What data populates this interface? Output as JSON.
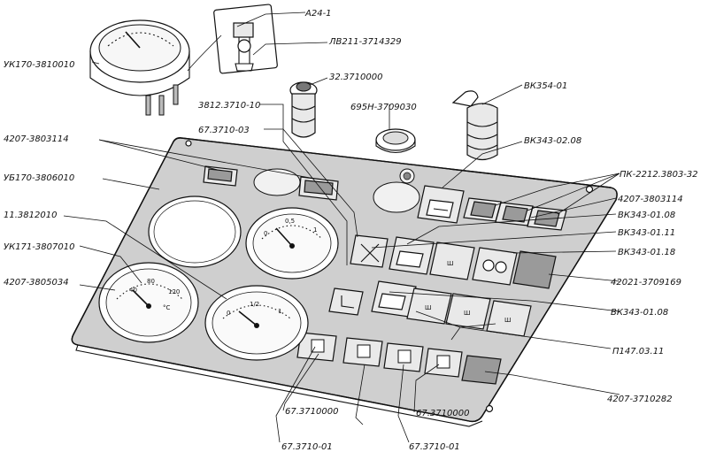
{
  "labels": {
    "a24": "А24-1",
    "lv211": "ЛВ211-3714329",
    "uk170": "УК170-3810010",
    "d32": "32.3710000",
    "vk354": "ВК354-01",
    "d3812": "3812.3710-10",
    "d695": "695Н-3709030",
    "d67_03": "67.3710-03",
    "vk343_02": "ВК343-02.08",
    "ref4207_3114a": "4207-3803114",
    "pk2212": "ПК-2212.3803-32",
    "ub170": "УБ170-3806010",
    "ref4207_3114b": "4207-3803114",
    "vk343_01_08a": "ВК343-01.08",
    "d11_3812": "11.3812010",
    "vk343_01_11": "ВК343-01.11",
    "uk171": "УК171-3807010",
    "vk343_01_18": "ВК343-01.18",
    "ref4207_5034": "4207-3805034",
    "ref42021": "42021-3709169",
    "vk343_01_08b": "ВК343-01.08",
    "p147": "П147.03.11",
    "ref4207_0282": "4207-3710282",
    "d67_0000a": "67.3710000",
    "d67_0000b": "67.3710000",
    "d67_01a": "67.3710-01",
    "d67_01b": "67.3710-01"
  },
  "gauges": {
    "temp_ticks": [
      "40",
      "80",
      "120"
    ],
    "temp_unit": "°C",
    "oil_ticks": [
      "0",
      "0,5",
      "1"
    ],
    "fuel_ticks": [
      "0",
      "1/2",
      "1"
    ]
  },
  "switches": {
    "indicator_marks": [
      "Ш",
      "Ш",
      "Ш",
      "Ш"
    ]
  }
}
